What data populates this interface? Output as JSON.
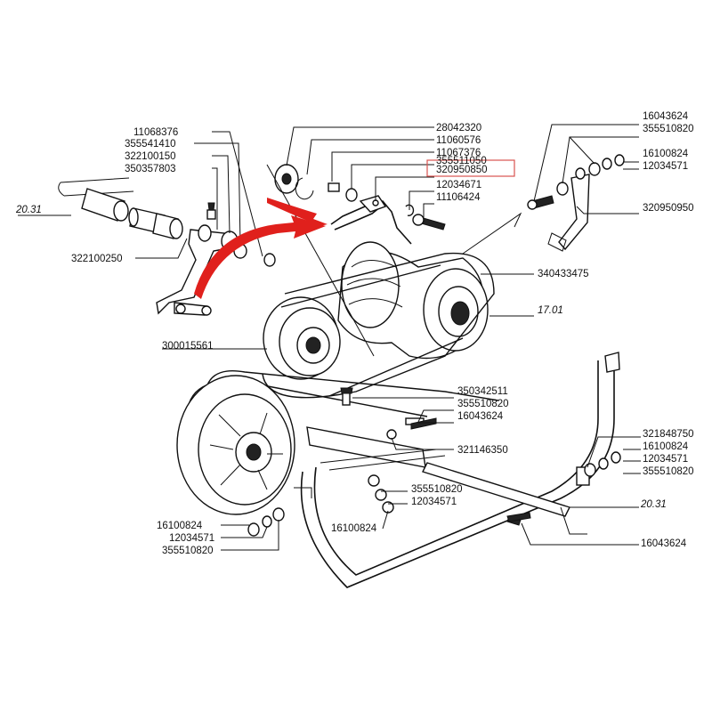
{
  "highlight": {
    "part_number": "320950850",
    "box_color": "#d9534f",
    "arrow_color": "#e0201c"
  },
  "labels": {
    "l01": "11068376",
    "l02": "355541410",
    "l03": "322100150",
    "l04": "350357803",
    "l05": "20.31",
    "l06": "322100250",
    "l07": "28042320",
    "l08": "11060576",
    "l09": "11067376",
    "l10": "355511050",
    "l11": "320950850",
    "l12": "12034671",
    "l13": "11106424",
    "l14": "16043624",
    "l15": "355510820",
    "l16": "16100824",
    "l17": "12034571",
    "l18": "320950950",
    "l19": "340433475",
    "l20": "17.01",
    "l21": "300015561",
    "l22": "350342511",
    "l23": "355510820",
    "l24": "16043624",
    "l25": "321146350",
    "l26": "321848750",
    "l27": "16100824",
    "l28": "12034571",
    "l29": "355510820",
    "l30": "355510820",
    "l31": "12034571",
    "l32": "16100824",
    "l33": "20.31",
    "l34": "16043624",
    "l35": "16100824",
    "l36": "12034571",
    "l37": "355510820"
  }
}
